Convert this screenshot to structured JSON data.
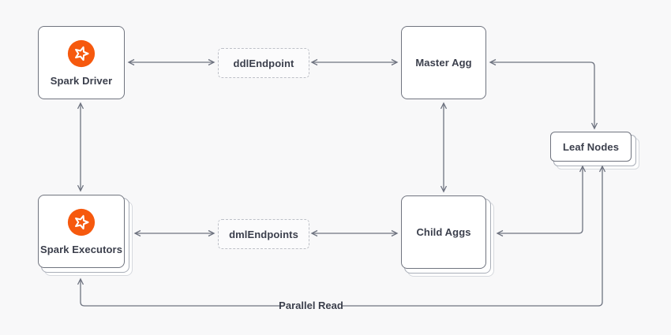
{
  "colors": {
    "background": "#f8f8f9",
    "arrow": "#6e7380",
    "node_border": "#70747f",
    "node_fill": "#ffffff",
    "text": "#3b3f4c",
    "spark_orange": "#f6590e"
  },
  "nodes": {
    "spark_driver": {
      "label": "Spark Driver",
      "icon": "spark-star-icon"
    },
    "spark_executors": {
      "label": "Spark Executors",
      "icon": "spark-star-icon",
      "stacked": true
    },
    "ddl_endpoint": {
      "label": "ddlEndpoint"
    },
    "dml_endpoints": {
      "label": "dmlEndpoints"
    },
    "master_agg": {
      "label": "Master Agg"
    },
    "child_aggs": {
      "label": "Child Aggs",
      "stacked": true
    },
    "leaf_nodes": {
      "label": "Leaf Nodes",
      "stacked": true
    }
  },
  "edges": {
    "parallel_read": {
      "label": "Parallel Read"
    },
    "connections": [
      {
        "from": "Spark Driver",
        "to": "ddlEndpoint",
        "bidirectional": true
      },
      {
        "from": "ddlEndpoint",
        "to": "Master Agg",
        "bidirectional": true
      },
      {
        "from": "Spark Driver",
        "to": "Spark Executors",
        "bidirectional": true
      },
      {
        "from": "Master Agg",
        "to": "Child Aggs",
        "bidirectional": true
      },
      {
        "from": "Master Agg",
        "to": "Leaf Nodes",
        "bidirectional": true
      },
      {
        "from": "Spark Executors",
        "to": "dmlEndpoints",
        "bidirectional": true
      },
      {
        "from": "dmlEndpoints",
        "to": "Child Aggs",
        "bidirectional": true
      },
      {
        "from": "Child Aggs",
        "to": "Leaf Nodes",
        "bidirectional": true
      },
      {
        "from": "Leaf Nodes",
        "to": "Spark Executors",
        "label": "Parallel Read"
      }
    ]
  }
}
